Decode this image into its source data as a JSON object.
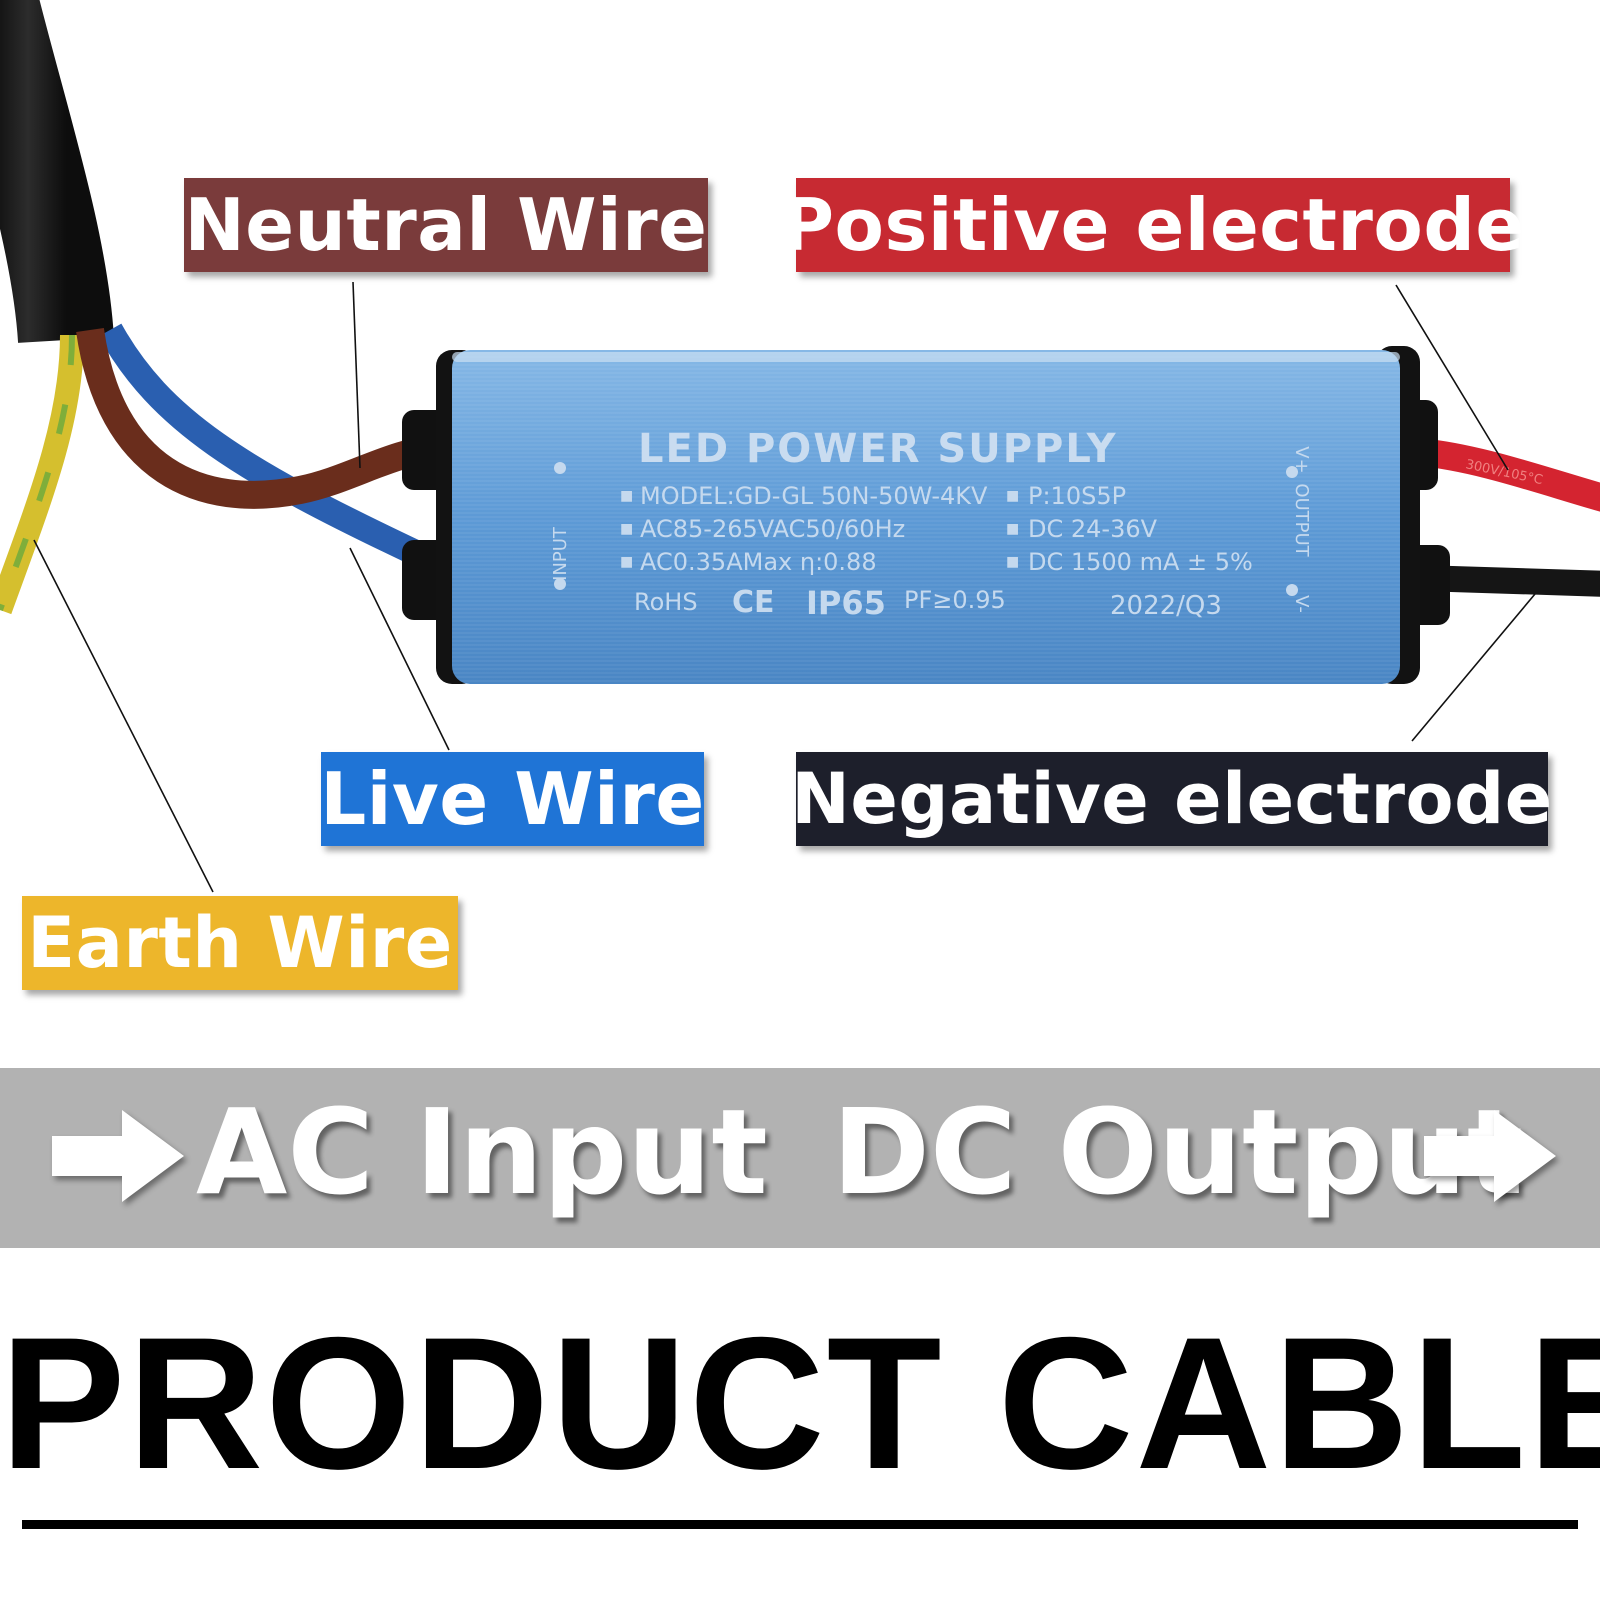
{
  "labels": {
    "neutral": {
      "text": "Neutral Wire",
      "color": "#7a3b3b"
    },
    "positive": {
      "text": "Positive electrode",
      "color": "#c72a32"
    },
    "live": {
      "text": "Live Wire",
      "color": "#1f74d6"
    },
    "negative": {
      "text": "Negative electrode",
      "color": "#1d1f2b"
    },
    "earth": {
      "text": "Earth Wire",
      "color": "#edb62b"
    }
  },
  "device": {
    "title": "LED POWER SUPPLY",
    "specs_left": [
      "MODEL:GD-GL 50N-50W-4KV",
      "AC85-265VAC50/60Hz",
      "AC0.35AMax η:0.88"
    ],
    "specs_right": [
      "P:10S5P",
      "DC 24-36V",
      "DC 1500 mA ± 5%"
    ],
    "footer_left": "RoHS",
    "ce_mark": "CE",
    "ip_rating": "IP65",
    "pf": "PF≥0.95",
    "date": "2022/Q3",
    "input_label": "INPUT",
    "output_label": "OUTPUT",
    "v_plus": "V+",
    "v_minus": "V-",
    "cable_print": "300V/105°C",
    "body_color": "#5d9ad6"
  },
  "band": {
    "ac_text": "AC Input",
    "dc_text": "DC Output",
    "color": "#b2b2b2"
  },
  "footer": {
    "title": "PRODUCT CABLE"
  }
}
